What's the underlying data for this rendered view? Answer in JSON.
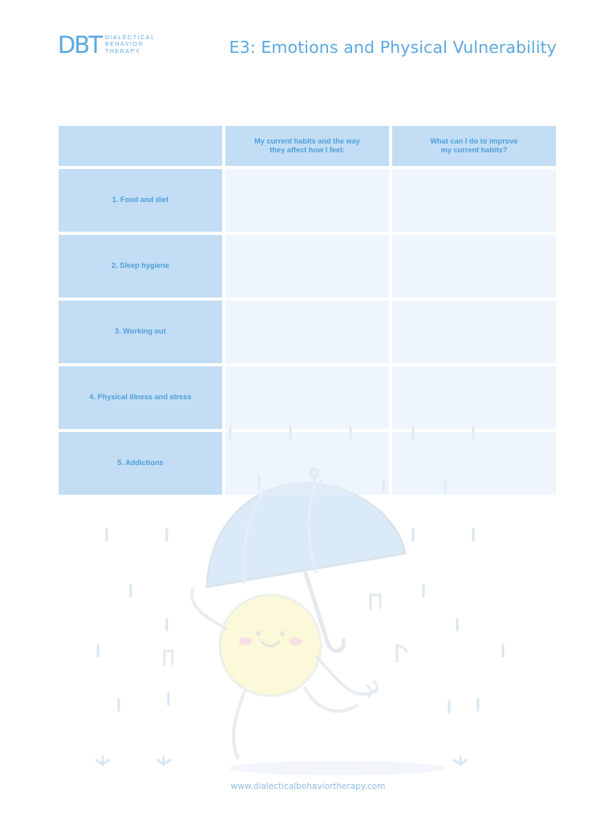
{
  "header": {
    "logo_mark": "DBT",
    "logo_lines": [
      "DIALECTICAL",
      "BEHAVIOR",
      "THERAPY"
    ],
    "title": "E3: Emotions and Physical Vulnerability"
  },
  "table": {
    "columns": [
      "",
      "My current habits and the way\nthey affect how I feel:",
      "What can I do to improve\nmy current habits?"
    ],
    "rows": [
      {
        "label": "1. Food and diet",
        "current": "",
        "improve": ""
      },
      {
        "label": "2. Sleep hygiene",
        "current": "",
        "improve": ""
      },
      {
        "label": "3. Working out",
        "current": "",
        "improve": ""
      },
      {
        "label": "4. Physical illness and stress",
        "current": "",
        "improve": ""
      },
      {
        "label": "5. Addictions",
        "current": "",
        "improve": ""
      }
    ]
  },
  "footer": {
    "url": "www.dialecticalbehaviortherapy.com"
  },
  "colors": {
    "accent": "#5aa9e0",
    "cell_fill": "#c2ddf4",
    "label_text": "#4f9fdc",
    "blank_fill": "#e4effa"
  }
}
